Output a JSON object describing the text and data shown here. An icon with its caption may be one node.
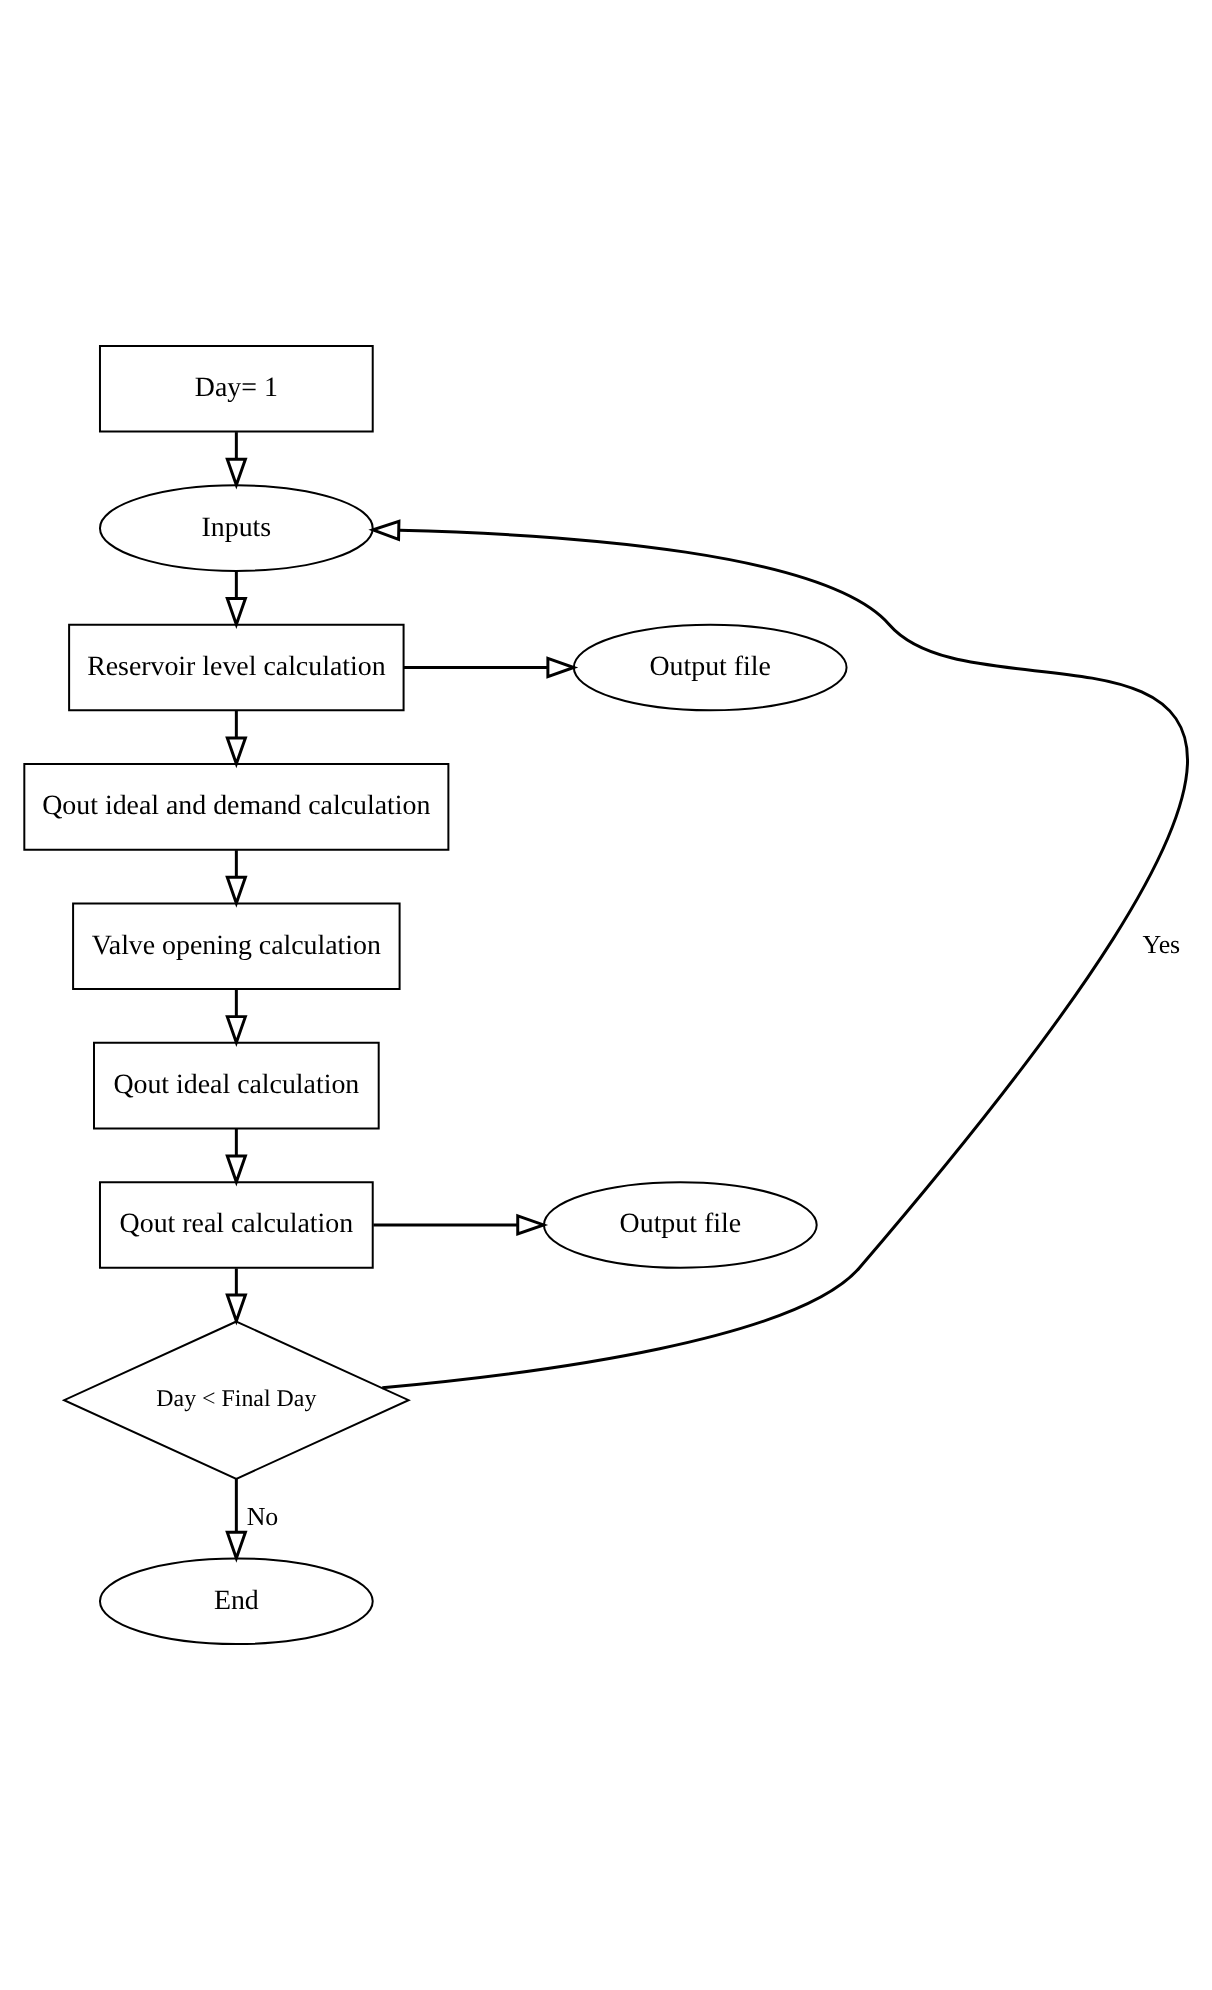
{
  "diagram": {
    "nodes": [
      {
        "text": [
          "Day= 1"
        ]
      },
      {
        "text": [
          "Inputs"
        ]
      },
      {
        "text": [
          "Reservoir level calculation"
        ]
      },
      {
        "text": [
          "Output file"
        ]
      },
      {
        "text": [
          "Qout ideal and demand calculation"
        ]
      },
      {
        "text": [
          "Valve opening calculation"
        ]
      },
      {
        "text": [
          "Qout ideal calculation"
        ]
      },
      {
        "text": [
          "Qout real calculation"
        ]
      },
      {
        "text": [
          "Output file"
        ]
      },
      {
        "text": [
          "Day < Final Day"
        ]
      },
      {
        "text": [
          "End"
        ]
      }
    ],
    "edges": [
      {
        "from": 0,
        "to": 1,
        "arrow": "to"
      },
      {
        "from": 1,
        "to": 2,
        "arrow": "to"
      },
      {
        "from": 2,
        "to": 3,
        "arrow": "to"
      },
      {
        "from": 2,
        "to": 4,
        "arrow": "to"
      },
      {
        "from": 4,
        "to": 5,
        "arrow": "to"
      },
      {
        "from": 5,
        "to": 6,
        "arrow": "to"
      },
      {
        "from": 6,
        "to": 7,
        "arrow": "to"
      },
      {
        "from": 7,
        "to": 8,
        "arrow": "to"
      },
      {
        "from": 7,
        "to": 9,
        "arrow": "to"
      },
      {
        "from": 9,
        "to": 1,
        "arrow": "to",
        "label": "Yes"
      },
      {
        "from": 9,
        "to": 10,
        "arrow": "to",
        "label": "No"
      }
    ]
  }
}
